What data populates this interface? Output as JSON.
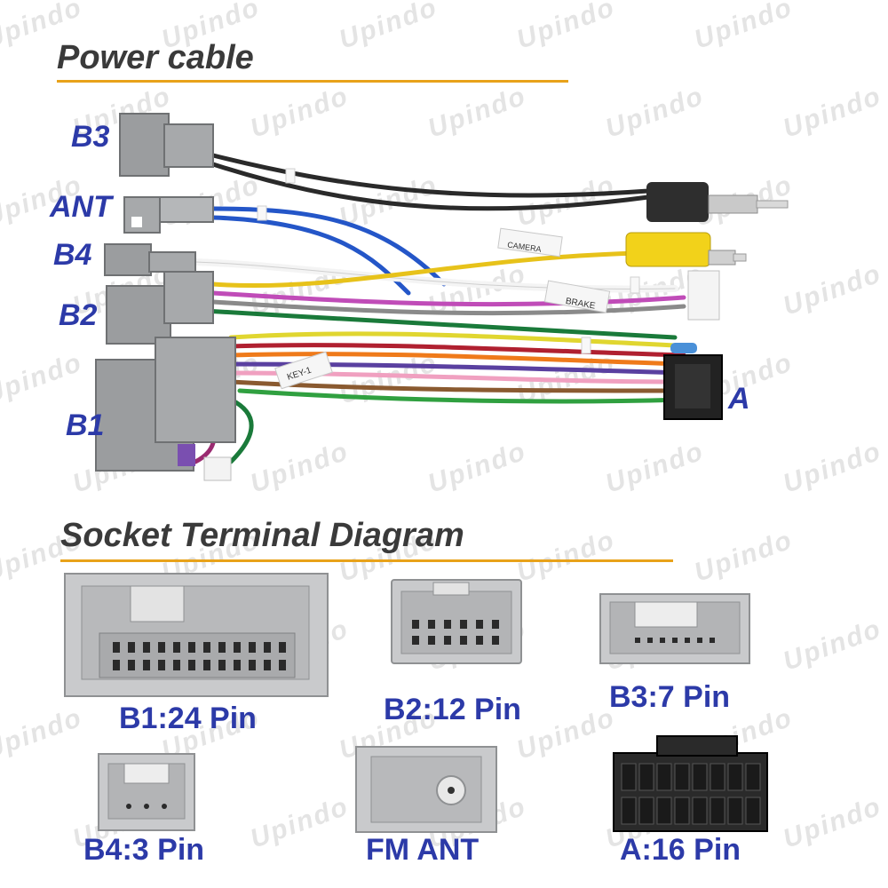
{
  "watermark": "Upindo",
  "power_section": {
    "title": "Power cable",
    "labels": {
      "b3": "B3",
      "ant": "ANT",
      "b4": "B4",
      "b2": "B2",
      "b1": "B1",
      "a": "A"
    },
    "wire_tags": {
      "camera": "CAMERA",
      "brake": "BRAKE",
      "key": "KEY-1"
    }
  },
  "socket_section": {
    "title": "Socket Terminal Diagram",
    "sockets": [
      {
        "label": "B1:24 Pin"
      },
      {
        "label": "B2:12 Pin"
      },
      {
        "label": "B3:7 Pin"
      },
      {
        "label": "B4:3 Pin"
      },
      {
        "label": "FM ANT"
      },
      {
        "label": "A:16 Pin"
      }
    ]
  },
  "colors": {
    "accent_rule": "#e8a21a",
    "label_blue": "#2c3aa8",
    "connector_grey": "#9b9d9f"
  }
}
